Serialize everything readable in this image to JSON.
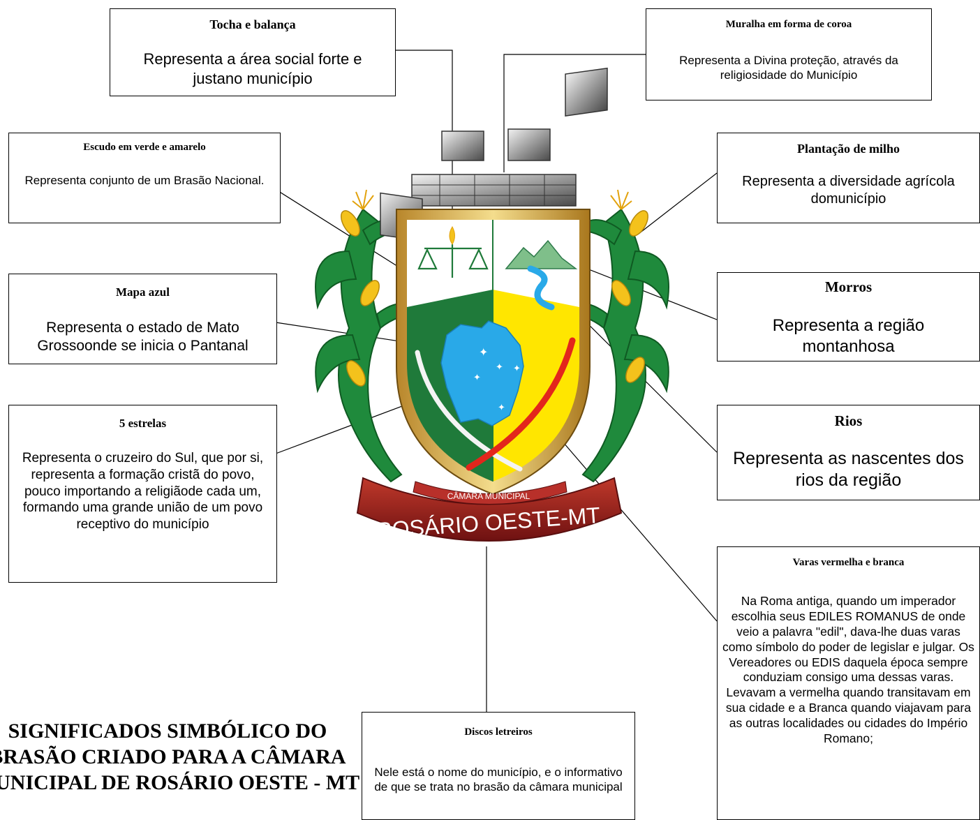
{
  "boxes": {
    "tocha": {
      "title": "Tocha e balança",
      "text": "Representa a área social forte e justano município"
    },
    "muralha": {
      "title": "Muralha em forma de coroa",
      "text": "Representa a Divina proteção, através da religiosidade do Município"
    },
    "escudo": {
      "title": "Escudo em verde e amarelo",
      "text": "Representa conjunto de um Brasão Nacional."
    },
    "milho": {
      "title": "Plantação de milho",
      "text": "Representa a diversidade agrícola domunicípio"
    },
    "mapa": {
      "title": "Mapa azul",
      "text": "Representa o estado de Mato Grossoonde se inicia o Pantanal"
    },
    "morros": {
      "title": "Morros",
      "text": "Representa a região montanhosa"
    },
    "estrelas": {
      "title": "5 estrelas",
      "text": "Representa o cruzeiro do Sul, que por si, representa a formação cristã do povo, pouco importando a religiãode cada um, formando uma grande união de um povo receptivo do município"
    },
    "rios": {
      "title": "Rios",
      "text": "Representa as nascentes dos rios da região"
    },
    "varas": {
      "title": "Varas vermelha e branca",
      "text": "Na Roma antiga, quando um imperador escolhia seus EDILES ROMANUS de onde veio a palavra \"edil\", dava-lhe duas varas como símbolo do poder de legislar e julgar. Os Vereadores ou EDIS daquela época sempre conduziam consigo uma dessas varas. Levavam a vermelha quando transitavam em sua cidade e a Branca quando viajavam para as outras localidades ou cidades do Império Romano;"
    },
    "discos": {
      "title": "Discos letreiros",
      "text": "Nele está o nome do município, e o informativo de que se trata no brasão da câmara municipal"
    }
  },
  "emblem": {
    "banner_top": "CÂMARA MUNICIPAL",
    "banner_main": "ROSÁRIO OESTE-MT"
  },
  "footer_title": "SIGNIFICADOS SIMBÓLICO DO BRASÃO CRIADO PARA A CÂMARA MUNICIPAL DE ROSÁRIO OESTE - MT",
  "colors": {
    "green": "#1f7a3a",
    "yellow": "#ffe600",
    "blue": "#29a9e8",
    "red": "#e3261c",
    "banner": "#8e1b1b",
    "crown": "#8a8a8a"
  }
}
